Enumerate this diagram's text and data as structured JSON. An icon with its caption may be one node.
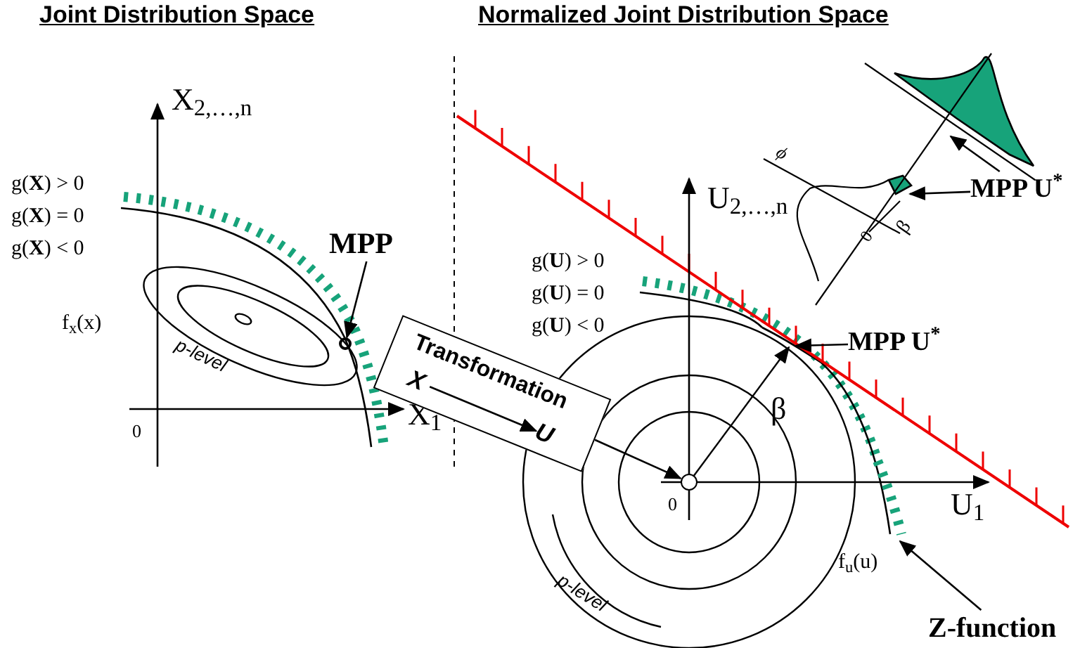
{
  "diagram": {
    "nodes": [
      {
        "text": [
          "MPP"
        ]
      },
      {
        "text": [],
        "shape": "circle"
      },
      {
        "text": [
          "Transformation"
        ]
      },
      {
        "text": [
          "X"
        ],
        "in": 2
      },
      {
        "text": [
          "U"
        ],
        "in": 2
      },
      {
        "text": [],
        "shape": "circle"
      },
      {
        "text": [
          "MPP U$^{*}$"
        ]
      },
      {
        "text": [
          "MPP U$^{*}$"
        ]
      },
      {
        "text": [
          "Z-function"
        ]
      },
      {
        "text": [],
        "shape": "curve"
      },
      {
        "text": [],
        "shape": "area"
      },
      {
        "text": [],
        "shape": "area"
      },
      {
        "text": [],
        "shape": "hatch"
      }
    ],
    "edges": [
      {
        "from": 0,
        "to": 1,
        "arrow": "to"
      },
      {
        "from": 3,
        "to": 4,
        "arrow": "to"
      },
      {
        "from": 2,
        "to": 5,
        "arrow": "to"
      },
      {
        "from": 6,
        "to": 9,
        "arrow": "to"
      },
      {
        "from": 7,
        "to": 10,
        "arrow": "to"
      },
      {
        "from": 7,
        "to": 11,
        "arrow": "to"
      },
      {
        "from": 8,
        "to": 12,
        "arrow": "to"
      }
    ],
    "labels": [
      "Joint Distribution Space",
      "Normalized Joint Distribution Space",
      "X$_{2,…,n}$",
      "g(**X**) > 0",
      "g(**X**) = 0",
      "g(**X**) < 0",
      "f$_{x}$(x)",
      "p-level",
      "0",
      "X$_{1}$",
      "g(**U**) > 0",
      "g(**U**) = 0",
      "g(**U**) < 0",
      "U$_{2,…,n}$",
      "ϕ",
      "0",
      "β",
      "β",
      "0",
      "U$_{1}$",
      "f$_{u}$(u)",
      "p-level"
    ]
  }
}
